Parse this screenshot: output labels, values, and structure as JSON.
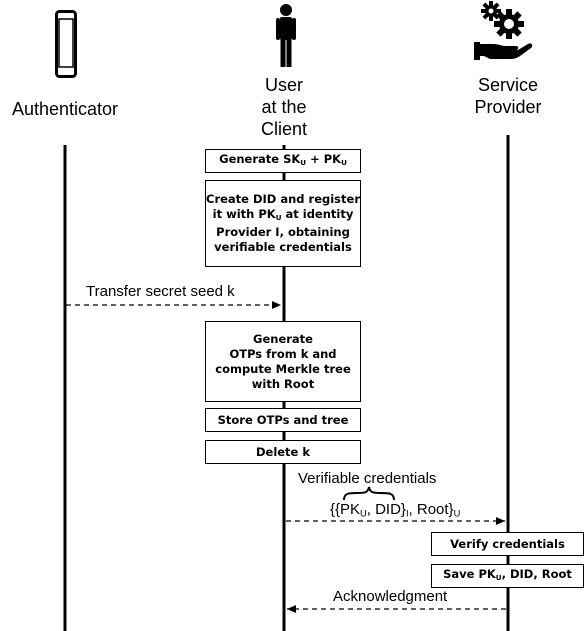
{
  "actors": {
    "authenticator": {
      "label": "Authenticator",
      "icon": "smartphone-icon"
    },
    "user": {
      "line1": "User",
      "line2": "at the",
      "line3": "Client",
      "icon": "person-icon"
    },
    "provider": {
      "line1": "Service",
      "line2": "Provider",
      "icon": "gears-hand-icon"
    }
  },
  "steps": {
    "generate_keys": {
      "text": "Generate SK",
      "sub1": "U",
      "mid": " + PK",
      "sub2": "U"
    },
    "create_did": {
      "l1": "Create DID and register",
      "l2a": "it with PK",
      "l2sub": "U",
      "l2b": " at identity",
      "l3": "Provider I, obtaining",
      "l4": "verifiable credentials"
    },
    "generate_otps": {
      "l1": "Generate",
      "l2": "OTPs from k and",
      "l3": "compute Merkle tree",
      "l4": "with Root"
    },
    "store": "Store OTPs and tree",
    "delete": "Delete k",
    "verify": "Verify credentials",
    "save": {
      "a": "Save PK",
      "sub": "U",
      "b": ", DID, Root"
    }
  },
  "messages": {
    "transfer": "Transfer secret seed k",
    "vc_label": "Verifiable credentials",
    "vc": {
      "open": "{{PK",
      "sub1": "U",
      "mid": ", DID}",
      "sub2": "I",
      "end": ", Root}",
      "sub3": "U"
    },
    "ack": "Acknowledgment"
  }
}
